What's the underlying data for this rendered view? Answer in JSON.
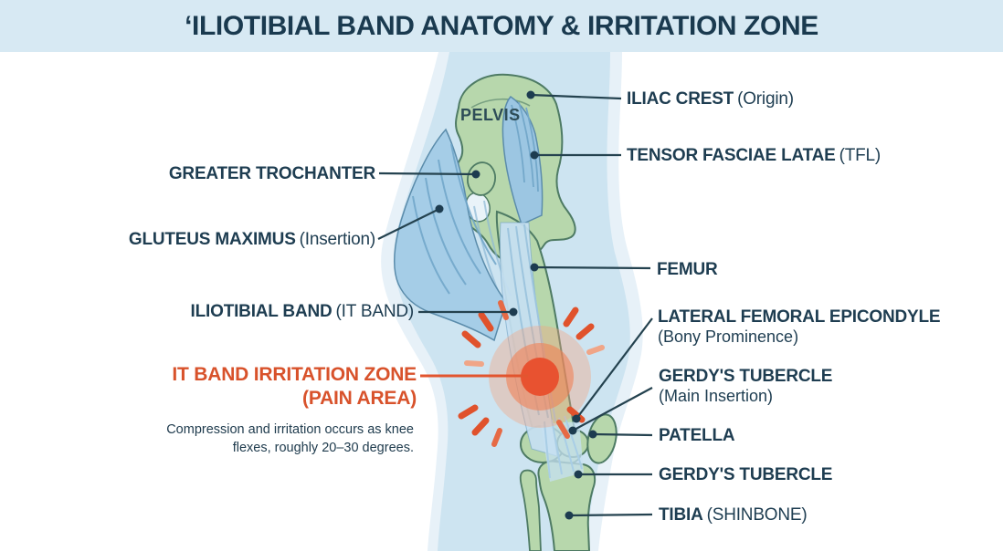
{
  "title": {
    "text": "‘ILIOTIBIAL BAND ANATOMY & IRRITATION ZONE"
  },
  "anatomy": {
    "pelvis": "PELVIS"
  },
  "labels": {
    "greater_trochanter": {
      "main": "GREATER TROCHANTER"
    },
    "gluteus_maximus": {
      "main": "GLUTEUS MAXIMUS",
      "paren": "(Insertion)"
    },
    "iliotibial_band": {
      "main": "ILIOTIBIAL BAND",
      "paren": "(IT BAND)"
    },
    "irritation_zone": {
      "line1": "IT BAND IRRITATION ZONE",
      "line2": "(PAIN AREA)"
    },
    "caption": {
      "line1": "Compression and irritation occurs as knee",
      "line2": "flexes, roughly 20–30 degrees."
    },
    "iliac_crest": {
      "main": "ILIAC CREST",
      "paren": "(Origin)"
    },
    "tensor_fasciae_latae": {
      "main": "TENSOR FASCIAE LATAE",
      "paren": "(TFL)"
    },
    "femur": {
      "main": "FEMUR"
    },
    "lateral_femoral_epicondyle": {
      "main": "LATERAL FEMORAL EPICONDYLE",
      "sub": "(Bony Prominence)"
    },
    "gerdys_tubercle_main": {
      "main": "GERDY'S TUBERCLE",
      "sub": "(Main Insertion)"
    },
    "patella": {
      "main": "PATELLA"
    },
    "gerdys_tubercle": {
      "main": "GERDY'S TUBERCLE"
    },
    "tibia": {
      "main": "TIBIA",
      "paren": "(SHINBONE)"
    }
  },
  "colors": {
    "header_bg": "#d7e9f3",
    "title": "#1a3a4f",
    "label": "#1e3d51",
    "accent_red": "#d8522b",
    "pain_core": "#e85230",
    "leader": "#24424f",
    "silhouette": "#cde4f1",
    "bone_fill": "#b7d7ac",
    "bone_outline": "#4e7b64",
    "muscle_fill": "#a5cde7",
    "it_band_fill": "#c5e0f2"
  }
}
